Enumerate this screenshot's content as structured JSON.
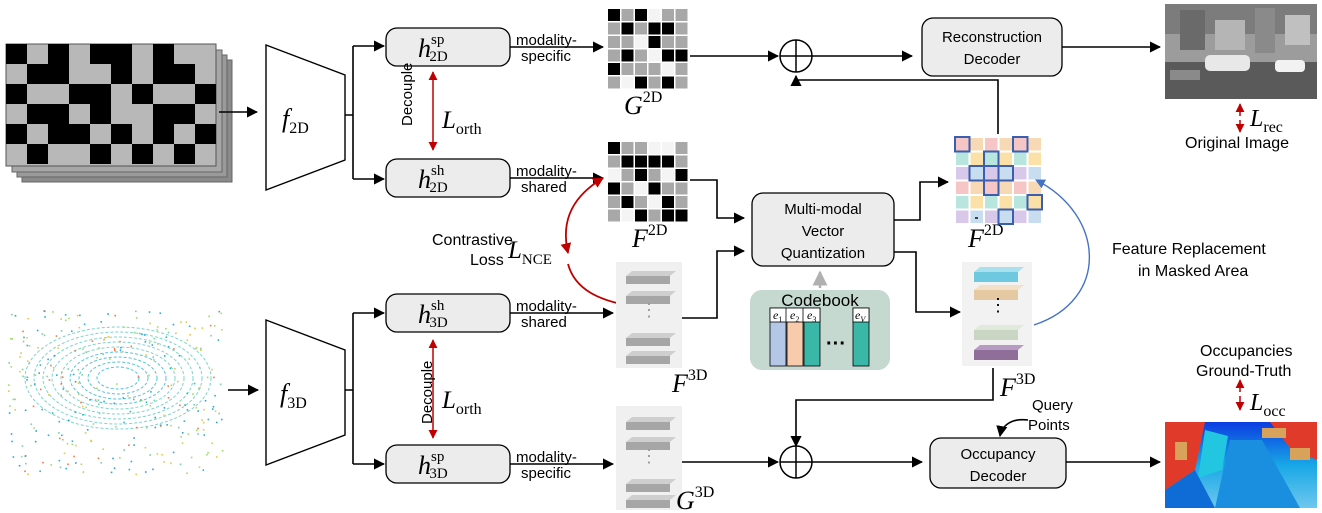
{
  "encoders": {
    "f2d": {
      "main": "f",
      "sub": "2D"
    },
    "f3d": {
      "main": "f",
      "sub": "3D"
    }
  },
  "heads": {
    "h2d_sp": {
      "main": "h",
      "sup": "sp",
      "sub": "2D"
    },
    "h2d_sh": {
      "main": "h",
      "sup": "sh",
      "sub": "2D"
    },
    "h3d_sh": {
      "main": "h",
      "sup": "sh",
      "sub": "3D"
    },
    "h3d_sp": {
      "main": "h",
      "sup": "sp",
      "sub": "3D"
    }
  },
  "edge_labels": {
    "ms_2d_l1": "modality-",
    "ms_2d_l2": "specific",
    "msh_2d_l1": "modality-",
    "msh_2d_l2": "shared",
    "msh_3d_l1": "modality-",
    "msh_3d_l2": "shared",
    "ms_3d_l1": "modality-",
    "ms_3d_l2": "specific"
  },
  "decouple": {
    "label": "Decouple"
  },
  "losses": {
    "orth": {
      "main": "L",
      "sub": "orth"
    },
    "nce": {
      "main": "L",
      "sub": "NCE"
    },
    "rec": {
      "main": "L",
      "sub": "rec"
    },
    "occ": {
      "main": "L",
      "sub": "occ"
    }
  },
  "contrastive": {
    "l1": "Contrastive",
    "l2": "Loss"
  },
  "features": {
    "G2D": {
      "main": "G",
      "sup": "2D"
    },
    "F2D": {
      "main": "F",
      "sup": "2D"
    },
    "F3D": {
      "main": "F",
      "sup": "3D"
    },
    "G3D": {
      "main": "G",
      "sup": "3D"
    },
    "F2D_bar": {
      "main": "F",
      "sup": "2D"
    },
    "F3D_bar": {
      "main": "F",
      "sup": "3D"
    }
  },
  "boxes": {
    "recon": {
      "l1": "Reconstruction",
      "l2": "Decoder"
    },
    "mmvq": {
      "l1": "Multi-modal",
      "l2": "Vector",
      "l3": "Quantization"
    },
    "occdec": {
      "l1": "Occupancy",
      "l2": "Decoder"
    }
  },
  "codebook": {
    "title": "Codebook",
    "e1": "e",
    "e1s": "1",
    "e2": "e",
    "e2s": "2",
    "e3": "e",
    "e3s": "3",
    "ev": "e",
    "evs": "V"
  },
  "captions": {
    "original_image": "Original Image",
    "replace_l1": "Feature Replacement",
    "replace_l2": "in Masked Area",
    "occ_gt_l1": "Occupancies",
    "occ_gt_l2": "Ground-Truth",
    "query_l1": "Query",
    "query_l2": "Points"
  },
  "colors": {
    "red": "#c00000",
    "blue": "#4472c4",
    "box_fill": "#ececec",
    "codebook_fill": "#c5d9d1"
  }
}
